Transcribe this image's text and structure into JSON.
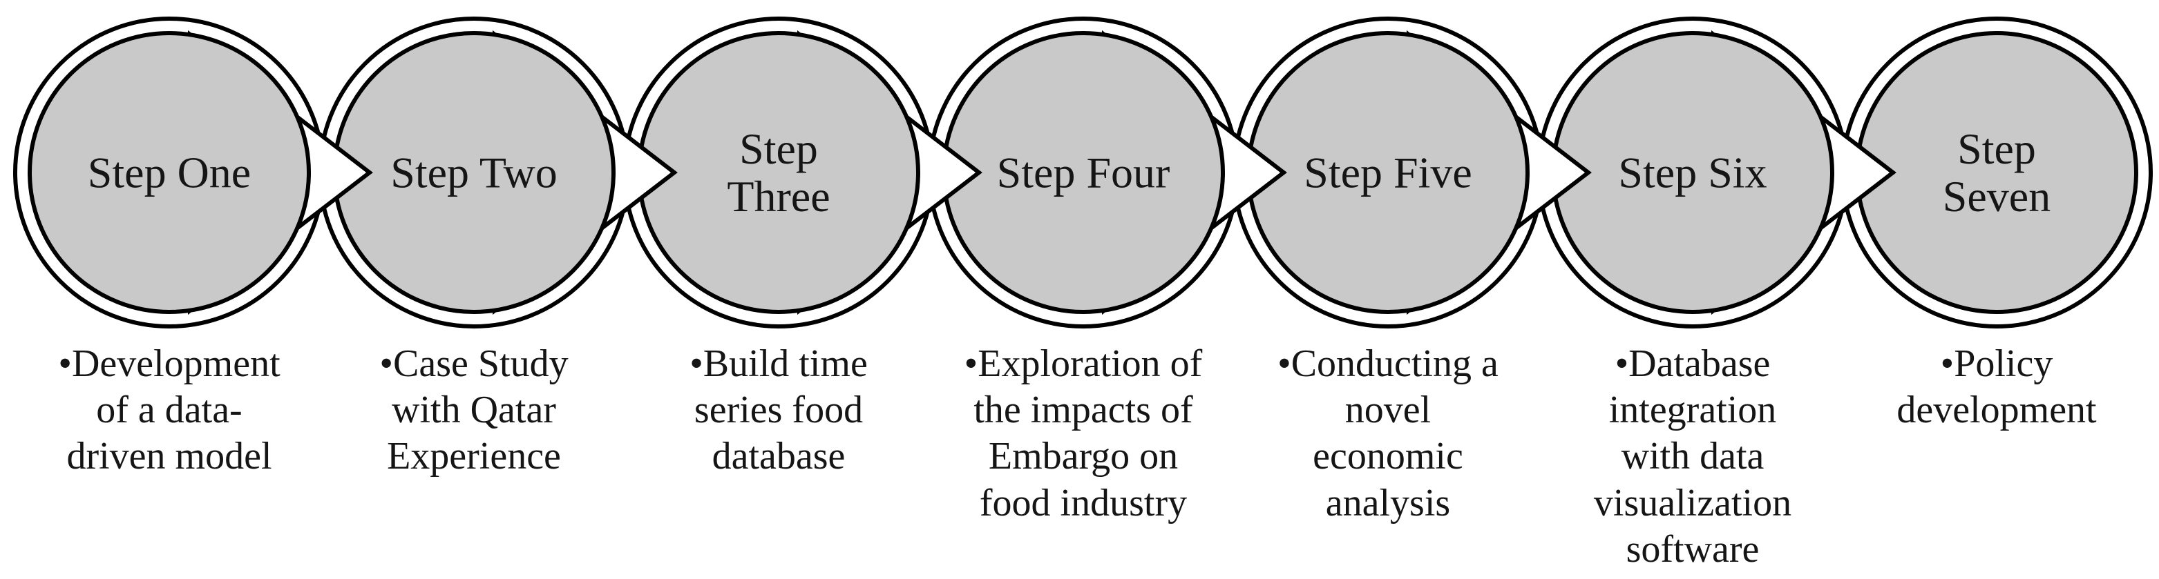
{
  "diagram": {
    "type": "process-flow",
    "direction": "left-to-right",
    "step_count": 7,
    "steps": [
      {
        "label": "Step One",
        "description": "•Development\nof a data-\ndriven model"
      },
      {
        "label": "Step Two",
        "description": "•Case Study\nwith Qatar\nExperience"
      },
      {
        "label": "Step\nThree",
        "description": "•Build time\nseries food\ndatabase"
      },
      {
        "label": "Step Four",
        "description": "•Exploration of\nthe impacts of\nEmbargo on\nfood industry"
      },
      {
        "label": "Step Five",
        "description": "•Conducting a\nnovel\neconomic\nanalysis"
      },
      {
        "label": "Step Six",
        "description": "•Database\nintegration\nwith data\nvisualization\nsoftware"
      },
      {
        "label": "Step\nSeven",
        "description": "•Policy\ndevelopment"
      }
    ],
    "colors": {
      "circle_fill": "#c9c9c9",
      "outline": "#000000",
      "arrow_fill": "#ffffff",
      "text": "#151515",
      "background": "#ffffff"
    }
  }
}
